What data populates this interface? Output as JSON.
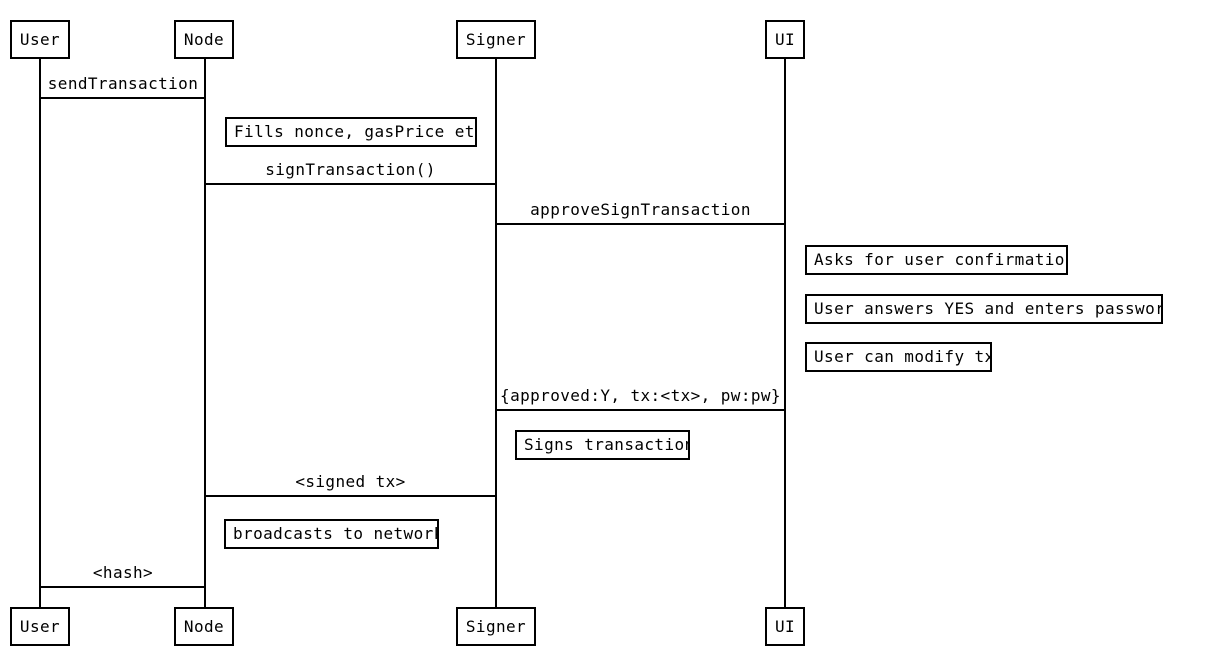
{
  "diagram": {
    "type": "sequence-diagram",
    "background_color": "#ffffff",
    "line_color": "#000000",
    "actors": [
      {
        "name": "User"
      },
      {
        "name": "Node"
      },
      {
        "name": "Signer"
      },
      {
        "name": "UI"
      }
    ],
    "messages": [
      {
        "from": "User",
        "to": "Node",
        "label": "sendTransaction"
      },
      {
        "from": "Node",
        "to": "Signer",
        "label": "signTransaction()"
      },
      {
        "from": "Signer",
        "to": "UI",
        "label": "approveSignTransaction"
      },
      {
        "from": "UI",
        "to": "Signer",
        "label": "{approved:Y, tx:<tx>, pw:pw}"
      },
      {
        "from": "Signer",
        "to": "Node",
        "label": "<signed tx>"
      },
      {
        "from": "Node",
        "to": "User",
        "label": "<hash>"
      }
    ],
    "notes": [
      {
        "actor": "Node",
        "text": "Fills nonce, gasPrice etc"
      },
      {
        "actor": "UI",
        "text": "Asks for user confirmation"
      },
      {
        "actor": "UI",
        "text": "User answers YES and enters password"
      },
      {
        "actor": "UI",
        "text": "User can modify tx"
      },
      {
        "actor": "Signer",
        "text": "Signs transaction"
      },
      {
        "actor": "Node",
        "text": "broadcasts to network"
      }
    ]
  }
}
